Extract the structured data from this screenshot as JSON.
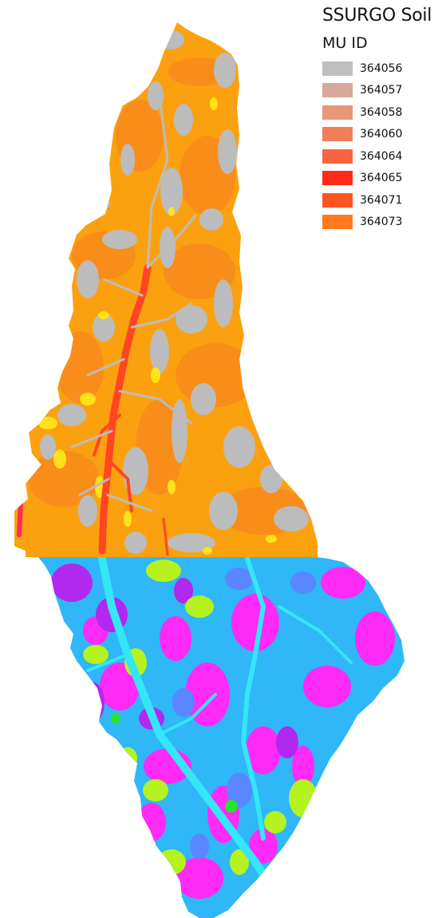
{
  "legend": {
    "title": "SSURGO Soil",
    "subtitle": "MU ID",
    "items": [
      {
        "label": "364056",
        "color": "#bfbfbf"
      },
      {
        "label": "364057",
        "color": "#d8a898"
      },
      {
        "label": "364058",
        "color": "#e89878"
      },
      {
        "label": "364060",
        "color": "#f07f58"
      },
      {
        "label": "364064",
        "color": "#f86540"
      },
      {
        "label": "364065",
        "color": "#ff2a18"
      },
      {
        "label": "364071",
        "color": "#ff5422"
      },
      {
        "label": "364073",
        "color": "#ff7a1c"
      }
    ]
  },
  "map": {
    "colors": {
      "north_base": "#fba10f",
      "north_dark_orange": "#f98d1a",
      "north_gray": "#bcbcbc",
      "north_yellow": "#ffe21a",
      "north_red": "#ff4622",
      "south_base": "#2fb7f7",
      "south_magenta": "#ff2af5",
      "south_purple": "#b228ef",
      "south_lime": "#b5f21f",
      "south_cyan": "#34e6f6",
      "south_blue": "#5a86ff",
      "south_green": "#29e22e"
    }
  }
}
